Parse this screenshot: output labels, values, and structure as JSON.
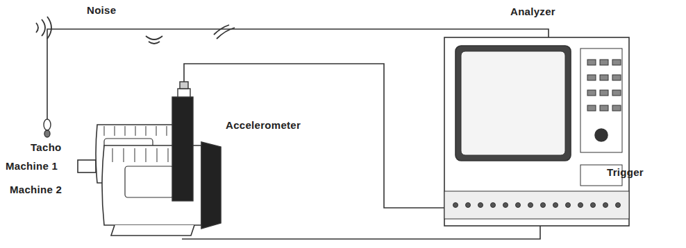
{
  "diagram": {
    "labels": [
      "Noise",
      "Analyzer",
      "Tacho",
      "Machine 1",
      "Machine 2",
      "Accelerometer",
      "Trigger"
    ]
  }
}
